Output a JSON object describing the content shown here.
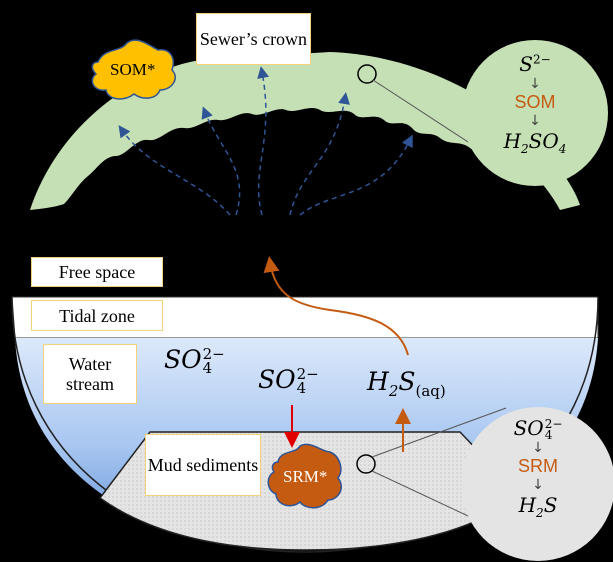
{
  "labels": {
    "sewers_crown": "Sewer’s crown",
    "free_space": "Free space",
    "tidal_zone": "Tidal zone",
    "water_stream": "Water stream",
    "mud_sediments": "Mud sediments",
    "som_blob": "SOM*",
    "srm_blob": "SRM*"
  },
  "water_species": {
    "sulfate_left": {
      "base": "SO",
      "sub": "4",
      "sup": "2−"
    },
    "sulfate_mid": {
      "base": "SO",
      "sub": "4",
      "sup": "2−"
    },
    "hydrogen_sulfide": {
      "base": "H",
      "sub1": "2",
      "mid": "S",
      "sub2": "(aq)"
    }
  },
  "crown_inset": {
    "top": {
      "base": "S",
      "sup": "2−"
    },
    "middle": "SOM",
    "bottom": {
      "h": "H",
      "sub1": "2",
      "s": "SO",
      "sub2": "4"
    },
    "arrow": "↓"
  },
  "sediment_inset": {
    "top": {
      "base": "SO",
      "sub": "4",
      "sup": "2−"
    },
    "middle": "SRM",
    "bottom": {
      "h": "H",
      "sub": "2",
      "s": "S"
    },
    "arrow": "↓"
  },
  "colors": {
    "crown": "#c5e0b4",
    "water_top": "#dbe8fb",
    "water_bottom": "#5b8fd6",
    "sediment": "#e2e2e2",
    "som": "#ffc000",
    "srm": "#c55a11",
    "orange_arrow": "#c55a11",
    "red_arrow": "#e00000",
    "dashed": "#2f5597"
  }
}
